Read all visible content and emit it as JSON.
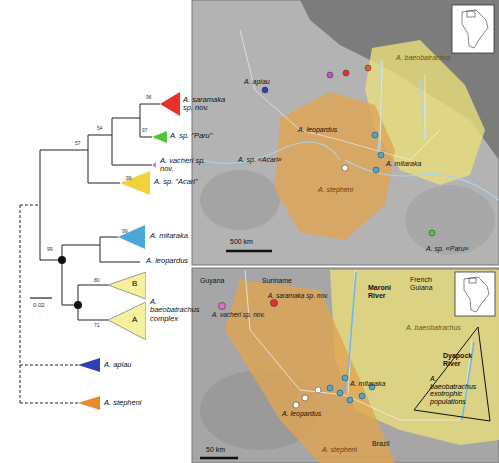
{
  "diagram": {
    "nodes": [
      {
        "text": [
          "B"
        ]
      },
      {
        "text": [
          "A"
        ]
      },
      {
        "text": [
          "A. baeobatrachus exotrophic populations"
        ]
      }
    ],
    "labels": [
      "A. saramaka sp. nov.",
      "A. sp. \"Paru\"",
      "A. vacheri sp. nov.",
      "A. sp. \"Acari\"",
      "A. mitaraka",
      "A. leopardus",
      "A. baeobatrachus complex",
      "A. apiau",
      "A. stepheni",
      "96",
      "54",
      "97",
      "57",
      "99",
      "99",
      "99",
      "80",
      "71",
      "0.02",
      "A. apiau",
      "A. leopardus",
      "A. mitaraka",
      "A. baeobatrachus",
      "A. stepheni",
      "A. sp. «Acari»",
      "A. sp. «Paru»",
      "500 km",
      "Guyana",
      "Suriname",
      "French Guiana",
      "Maroni River",
      "Dyapock River",
      "A. vacheri sp. nov.",
      "A. saramaka sp. nov.",
      "A. baeobatrachus",
      "A. mitaraka",
      "A. leopardus",
      "A. stepheni",
      "Brazil",
      "50 km"
    ]
  }
}
